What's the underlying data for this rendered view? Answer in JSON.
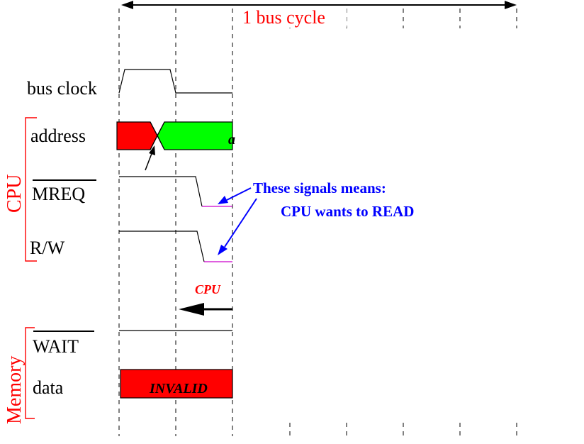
{
  "title": {
    "text": "1 bus cycle"
  },
  "signals": {
    "bus_clock": "bus clock",
    "address": "address",
    "address_value_fragment": "a",
    "mreq": "MREQ",
    "rw": "R/W",
    "wait": "WAIT",
    "data": "data",
    "data_value": "INVALID "
  },
  "groups": {
    "cpu": "CPU",
    "memory": "Memory"
  },
  "annotation": {
    "line1": "These signals means:",
    "line2": "CPU wants to READ"
  },
  "arrow_label": "CPU",
  "colors": {
    "group_red": "#ff0000",
    "invalid_red": "#ff0000",
    "valid_green": "#00ff00",
    "annotation_blue": "#0000ff",
    "asserted_magenta": "#cc00cc",
    "line_black": "#000000"
  }
}
